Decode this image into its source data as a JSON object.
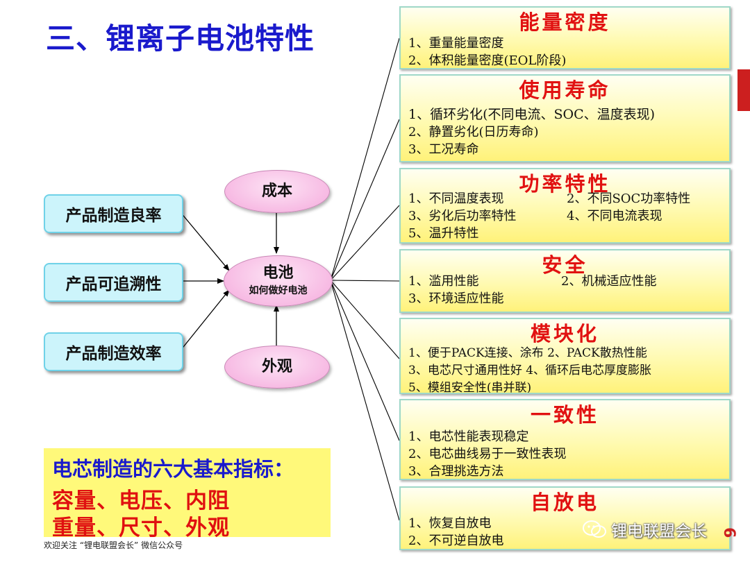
{
  "title": "三、锂离子电池特性",
  "left_factors": [
    "产品制造良率",
    "产品可追溯性",
    "产品制造效率"
  ],
  "top_oval": "成本",
  "center_oval": {
    "main": "电池",
    "sub": "如何做好电池"
  },
  "bottom_oval": "外观",
  "panels": [
    {
      "title": "能量密度",
      "rows": [
        [
          "1、重量能量密度"
        ],
        [
          "2、体积能量密度(EOL阶段)"
        ]
      ]
    },
    {
      "title": "使用寿命",
      "rows": [
        [
          "1、循环劣化(不同电流、SOC、温度表现)"
        ],
        [
          "2、静置劣化(日历寿命)"
        ],
        [
          "3、工况寿命"
        ]
      ]
    },
    {
      "title": "功率特性",
      "rows": [
        [
          "1、不同温度表现",
          "2、不同SOC功率特性"
        ],
        [
          "3、劣化后功率特性",
          "4、不同电流表现"
        ],
        [
          "5、温升特性"
        ]
      ]
    },
    {
      "title": "安全",
      "rows": [
        [
          "1、滥用性能",
          "2、机械适应性能"
        ],
        [
          "3、环境适应性能"
        ]
      ]
    },
    {
      "title": "模块化",
      "rows": [
        [
          "1、便于PACK连接、涂布  2、PACK散热性能"
        ],
        [
          "3、电芯尺寸通用性好    4、循环后电芯厚度膨胀"
        ],
        [
          "5、模组安全性(串并联)"
        ]
      ]
    },
    {
      "title": "一致性",
      "rows": [
        [
          "1、电芯性能表现稳定"
        ],
        [
          "2、电芯曲线易于一致性表现"
        ],
        [
          "3、合理挑选方法"
        ]
      ]
    },
    {
      "title": "自放电",
      "rows": [
        [
          "1、恢复自放电"
        ],
        [
          "2、不可逆自放电"
        ]
      ]
    }
  ],
  "summary": {
    "heading": "电芯制造的六大基本指标：",
    "line1": "容量、电压、内阻",
    "line2": "重量、尺寸、外观"
  },
  "footer": "欢迎关注 “锂电联盟会长” 微信公众号",
  "watermark": "锂电联盟会长",
  "page_number": "6",
  "colors": {
    "title": "#1a1acc",
    "panel_title": "#e11111",
    "accent_bar": "#cc1f1f",
    "summary_bg": "#fff97a"
  }
}
